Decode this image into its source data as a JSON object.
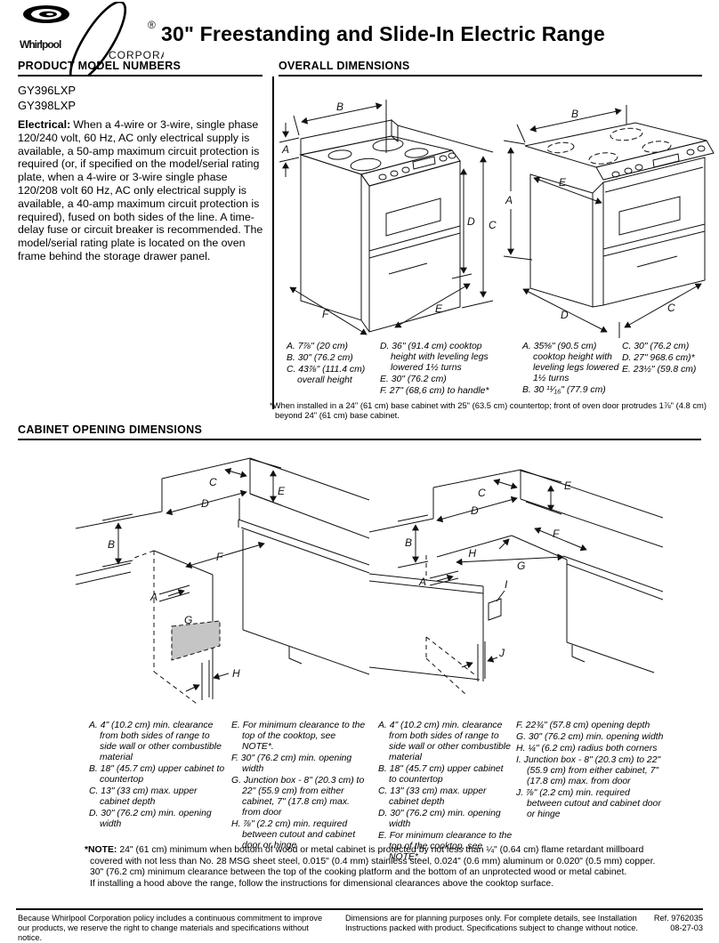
{
  "header": {
    "logo_word": "Whirlpool",
    "logo_reg": "®",
    "logo_sub": "CORPORATION",
    "title": "30\" Freestanding and Slide-In Electric Range"
  },
  "product_models": {
    "heading": "PRODUCT MODEL NUMBERS",
    "models": [
      "GY396LXP",
      "GY398LXP"
    ],
    "electrical_label": "Electrical:",
    "electrical_text": "When a 4-wire or 3-wire, single phase 120/240 volt, 60 Hz, AC only electrical supply is available, a 50-amp maximum circuit protection is required (or, if specified on the model/serial rating plate, when a 4-wire or 3-wire single phase 120/208 volt 60 Hz, AC only electrical supply is available, a 40-amp maximum circuit protection is required), fused on both sides of the line. A time-delay fuse or circuit breaker is recommended. The model/serial rating plate is located on the oven frame behind the storage drawer panel."
  },
  "overall": {
    "heading": "OVERALL DIMENSIONS",
    "fs_col1": [
      "A. 7⅞\" (20 cm)",
      "B. 30\" (76.2 cm)",
      "C. 43⅞\" (111.4 cm) overall height"
    ],
    "fs_col2": [
      "D. 36\" (91.4 cm) cooktop height with leveling legs lowered 1½ turns",
      "E. 30\" (76.2 cm)",
      "F. 27\" (68,6 cm) to handle*"
    ],
    "si_col1": [
      "A. 35⅝\" (90.5 cm) cooktop height with leveling legs lowered 1½ turns",
      "B. 30 ¹¹⁄₁₆\" (77.9 cm)"
    ],
    "si_col2": [
      "C. 30\" (76.2 cm)",
      "D. 27\" 968.6 cm)*",
      "E. 23½\" (59.8 cm)"
    ],
    "footnote": "*When installed in a 24\" (61 cm) base cabinet with 25\" (63.5 cm) countertop; front of oven door protrudes 1⅞\" (4.8 cm) beyond 24\" (61 cm) base cabinet."
  },
  "cabinet": {
    "heading": "CABINET OPENING DIMENSIONS",
    "col1": [
      "A. 4\" (10.2 cm) min. clearance from both sides of range to side wall or other combustible material",
      "B. 18\" (45.7 cm) upper cabinet to countertop",
      "C. 13\" (33 cm) max. upper cabinet depth",
      "D. 30\" (76.2 cm) min. opening width"
    ],
    "col2": [
      "E. For minimum clearance to the top of the cooktop, see NOTE*.",
      "F. 30\" (76.2 cm) min. opening width",
      "G. Junction box - 8\" (20.3 cm) to 22\" (55.9 cm) from either cabinet, 7\" (17.8 cm) max. from door",
      "H. ⅞\" (2.2 cm) min. required between cutout and cabinet door or hinge"
    ],
    "col3": [
      "A. 4\" (10.2 cm) min. clearance from both sides of range to side wall or other combustible material",
      "B. 18\" (45.7 cm) upper cabinet to countertop",
      "C. 13\" (33 cm) max. upper cabinet depth",
      "D. 30\" (76.2 cm) min. opening width",
      "E. For minimum clearance to the top of the cooktop, see NOTE*."
    ],
    "col4": [
      "F. 22¾\" (57.8 cm) opening depth",
      "G. 30\" (76.2 cm) min. opening width",
      "H. ¼\" (6.2 cm) radius both corners",
      "I. Junction box - 8\" (20.3 cm) to 22\" (55.9 cm) from either cabinet, 7\" (17.8 cm) max. from door",
      "J. ⅞\" (2.2 cm) min. required between cutout and cabinet door or hinge"
    ]
  },
  "note": {
    "label": "*NOTE:",
    "line1": "24\" (61 cm) minimum when bottom of wood or metal cabinet is protected by not less than ¼\" (0.64 cm) flame retardant millboard covered with not less than No. 28 MSG sheet steel, 0.015\" (0.4 mm) stainless steel, 0.024\" (0.6 mm) aluminum or 0.020\" (0.5 mm) copper.",
    "line2": "30\" (76.2 cm) minimum clearance between the top of the cooking platform and the bottom of an unprotected wood or metal cabinet.",
    "line3": "If installing a hood above the range, follow the instructions for dimensional clearances above the cooktop surface."
  },
  "footer": {
    "left": "Because Whirlpool Corporation policy includes a continuous commitment to improve our products, we reserve the right to change materials and specifications without notice.",
    "center": "Dimensions are for planning purposes only.  For complete details, see Installation Instructions packed with product.  Specifications subject to change without notice.",
    "ref": "Ref. 9762035",
    "date": "08-27-03"
  },
  "diagrams": {
    "fs": [
      "A",
      "B",
      "C",
      "D",
      "E",
      "F"
    ],
    "si": [
      "A",
      "B",
      "C",
      "D",
      "E"
    ],
    "cab1": [
      "A",
      "B",
      "C",
      "D",
      "E",
      "F",
      "G",
      "H"
    ],
    "cab2": [
      "A",
      "B",
      "C",
      "D",
      "E",
      "F",
      "G",
      "H",
      "I",
      "J"
    ]
  }
}
